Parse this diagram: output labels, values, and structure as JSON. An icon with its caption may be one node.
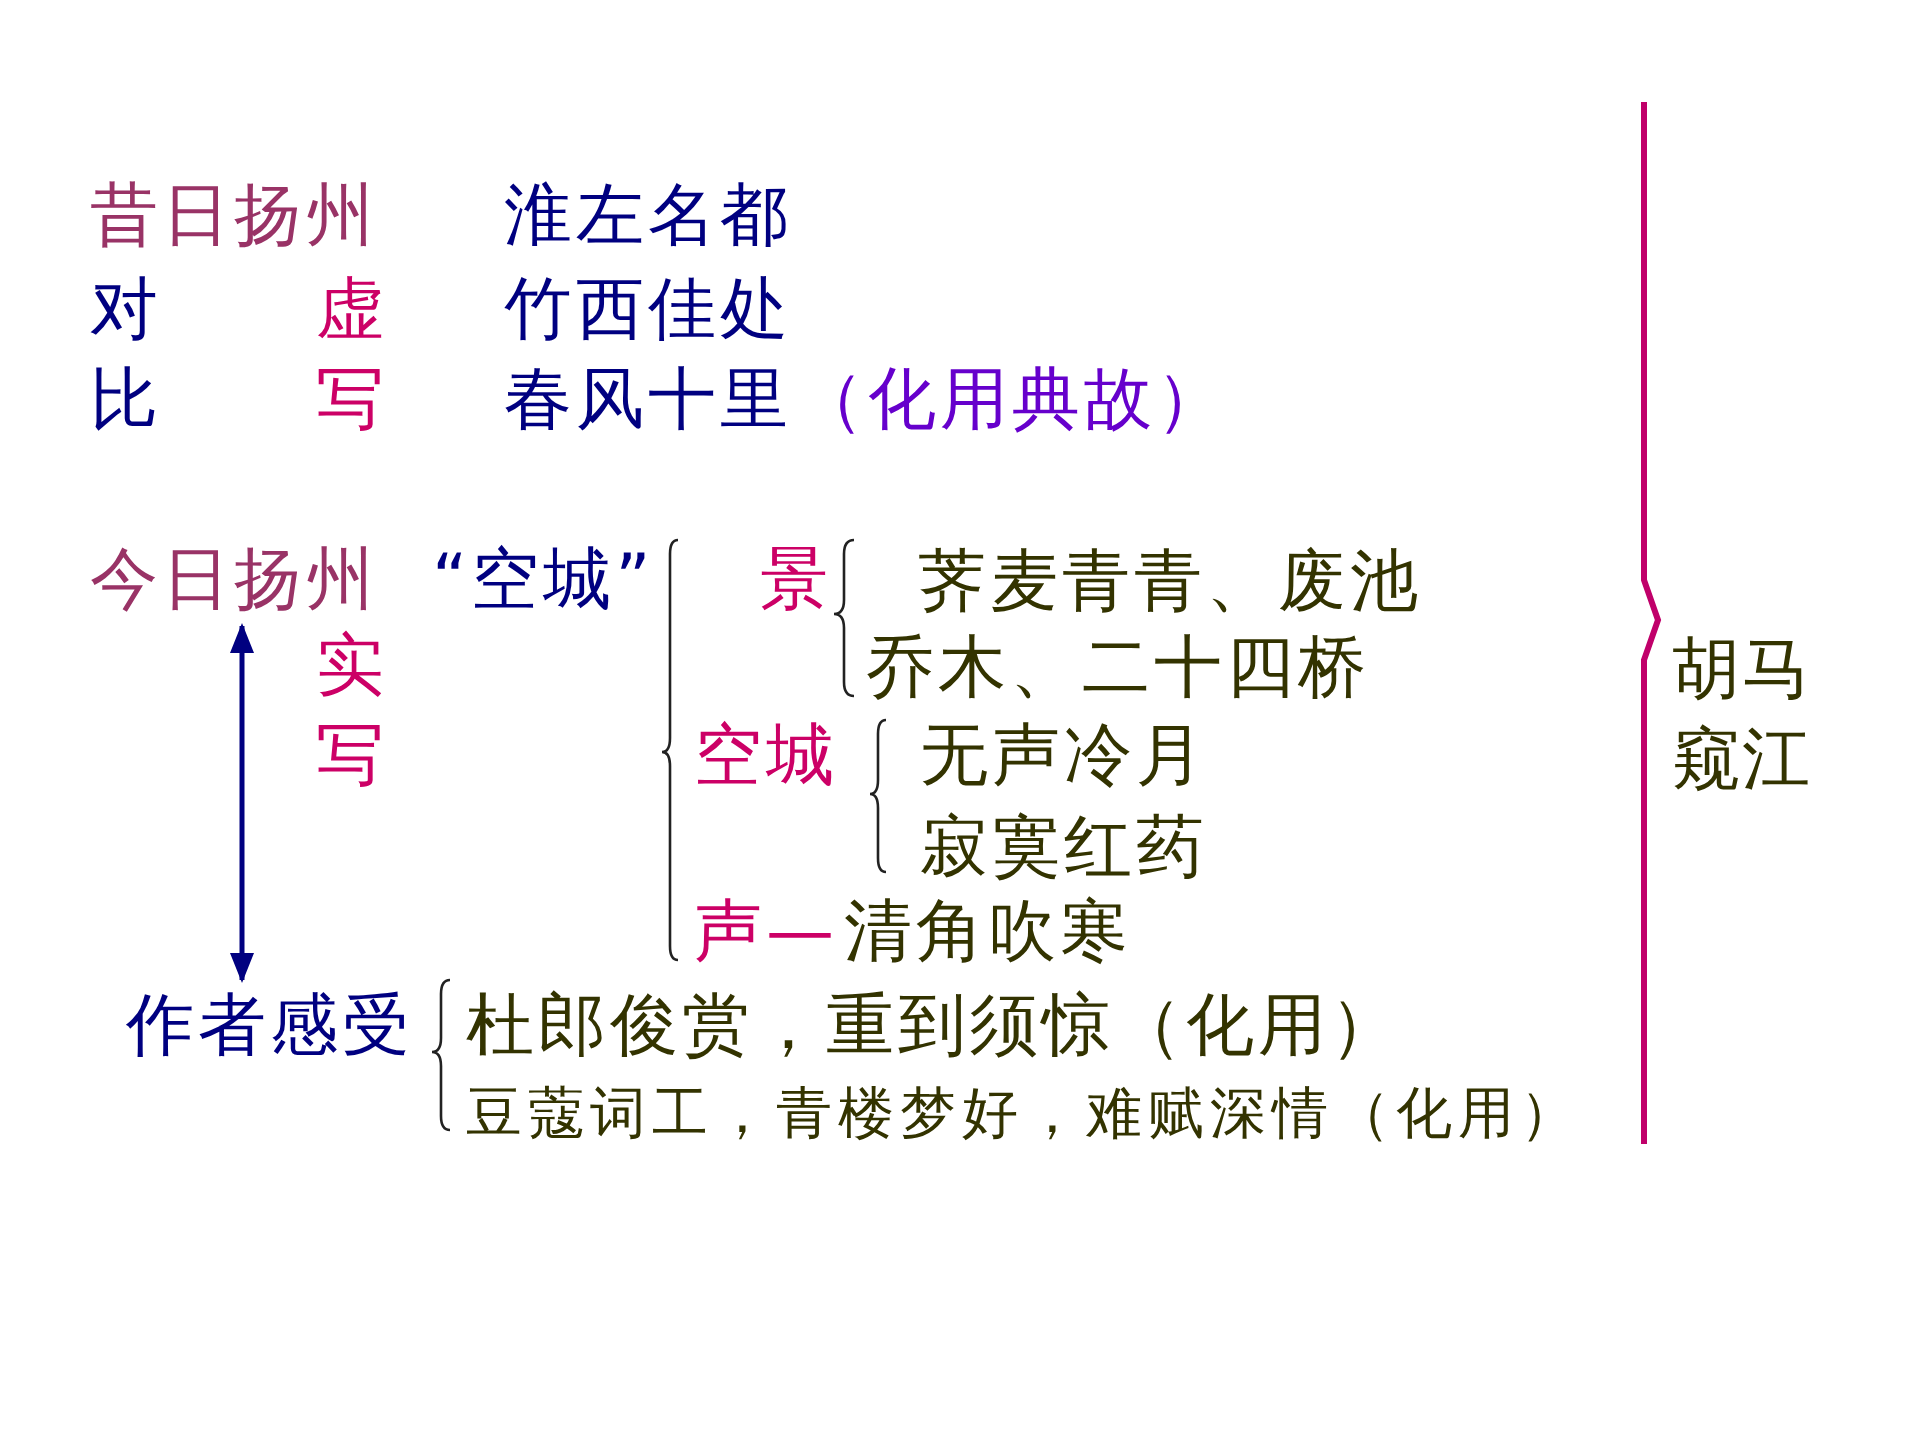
{
  "diagram": {
    "nodes": [
      {
        "text": [
          "今日扬州"
        ]
      },
      {
        "text": [
          "作者感受"
        ]
      }
    ],
    "edges": [
      {
        "from": 0,
        "to": 1,
        "arrow": "both"
      }
    ],
    "labels": [
      "昔日扬州",
      "淮左名都",
      "对",
      "虚",
      "竹西佳处",
      "比",
      "写",
      "春风十里",
      "（化用典故）",
      "“空城”",
      "景",
      "荠麦青青、废池乔木、二十四桥",
      "实",
      "胡马窥江",
      "写",
      "空城",
      "无声冷月",
      "寂寞红药",
      "声—",
      "清角吹寒",
      "杜郎俊赏，重到须惊（化用）",
      "豆蔻词工，青楼梦好，难赋深情（化用）"
    ]
  }
}
